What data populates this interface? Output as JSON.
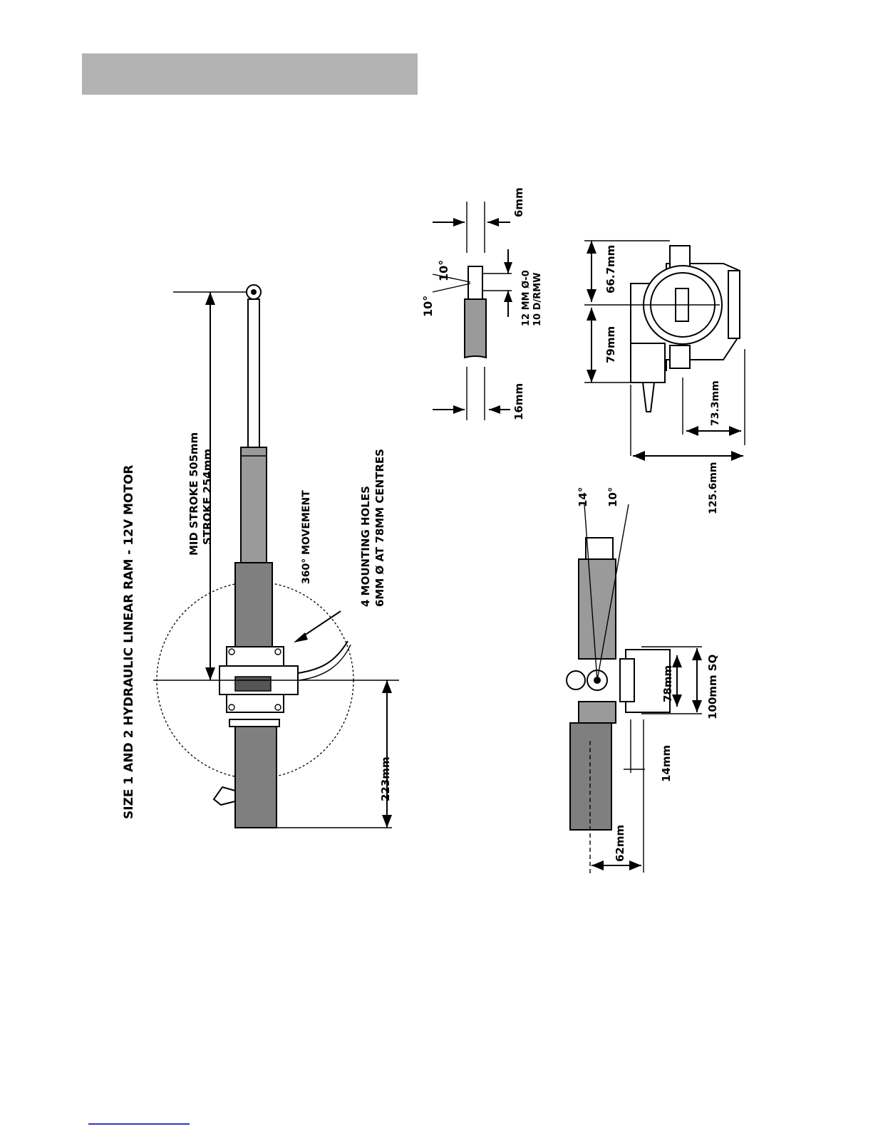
{
  "drawing": {
    "title": "SIZE 1 AND 2 HYDRAULIC LINEAR RAM - 12V MOTOR",
    "labels": {
      "stroke_line1": "MID STROKE 505mm",
      "stroke_line2": "STROKE 254mm",
      "movement": "360° MOVEMENT",
      "holes_line1": "4 MOUNTING HOLES",
      "holes_line2": "6MM Ø AT 78MM CENTRES",
      "dim_223": "223mm",
      "dim_6": "6mm",
      "dim_16": "16mm",
      "angle_top": "10°",
      "angle_side": "10°",
      "bore_line1": "12 MM Ø-0",
      "bore_line2": "10 D/RMW",
      "dim_66": "66.7mm",
      "dim_79": "79mm",
      "dim_73": "73.3mm",
      "dim_125": "125.6mm",
      "angle_14": "14°",
      "angle_10b": "10°",
      "dim_78": "78mm",
      "dim_100": "100mm SQ",
      "dim_14": "14mm",
      "dim_62": "62mm"
    }
  }
}
